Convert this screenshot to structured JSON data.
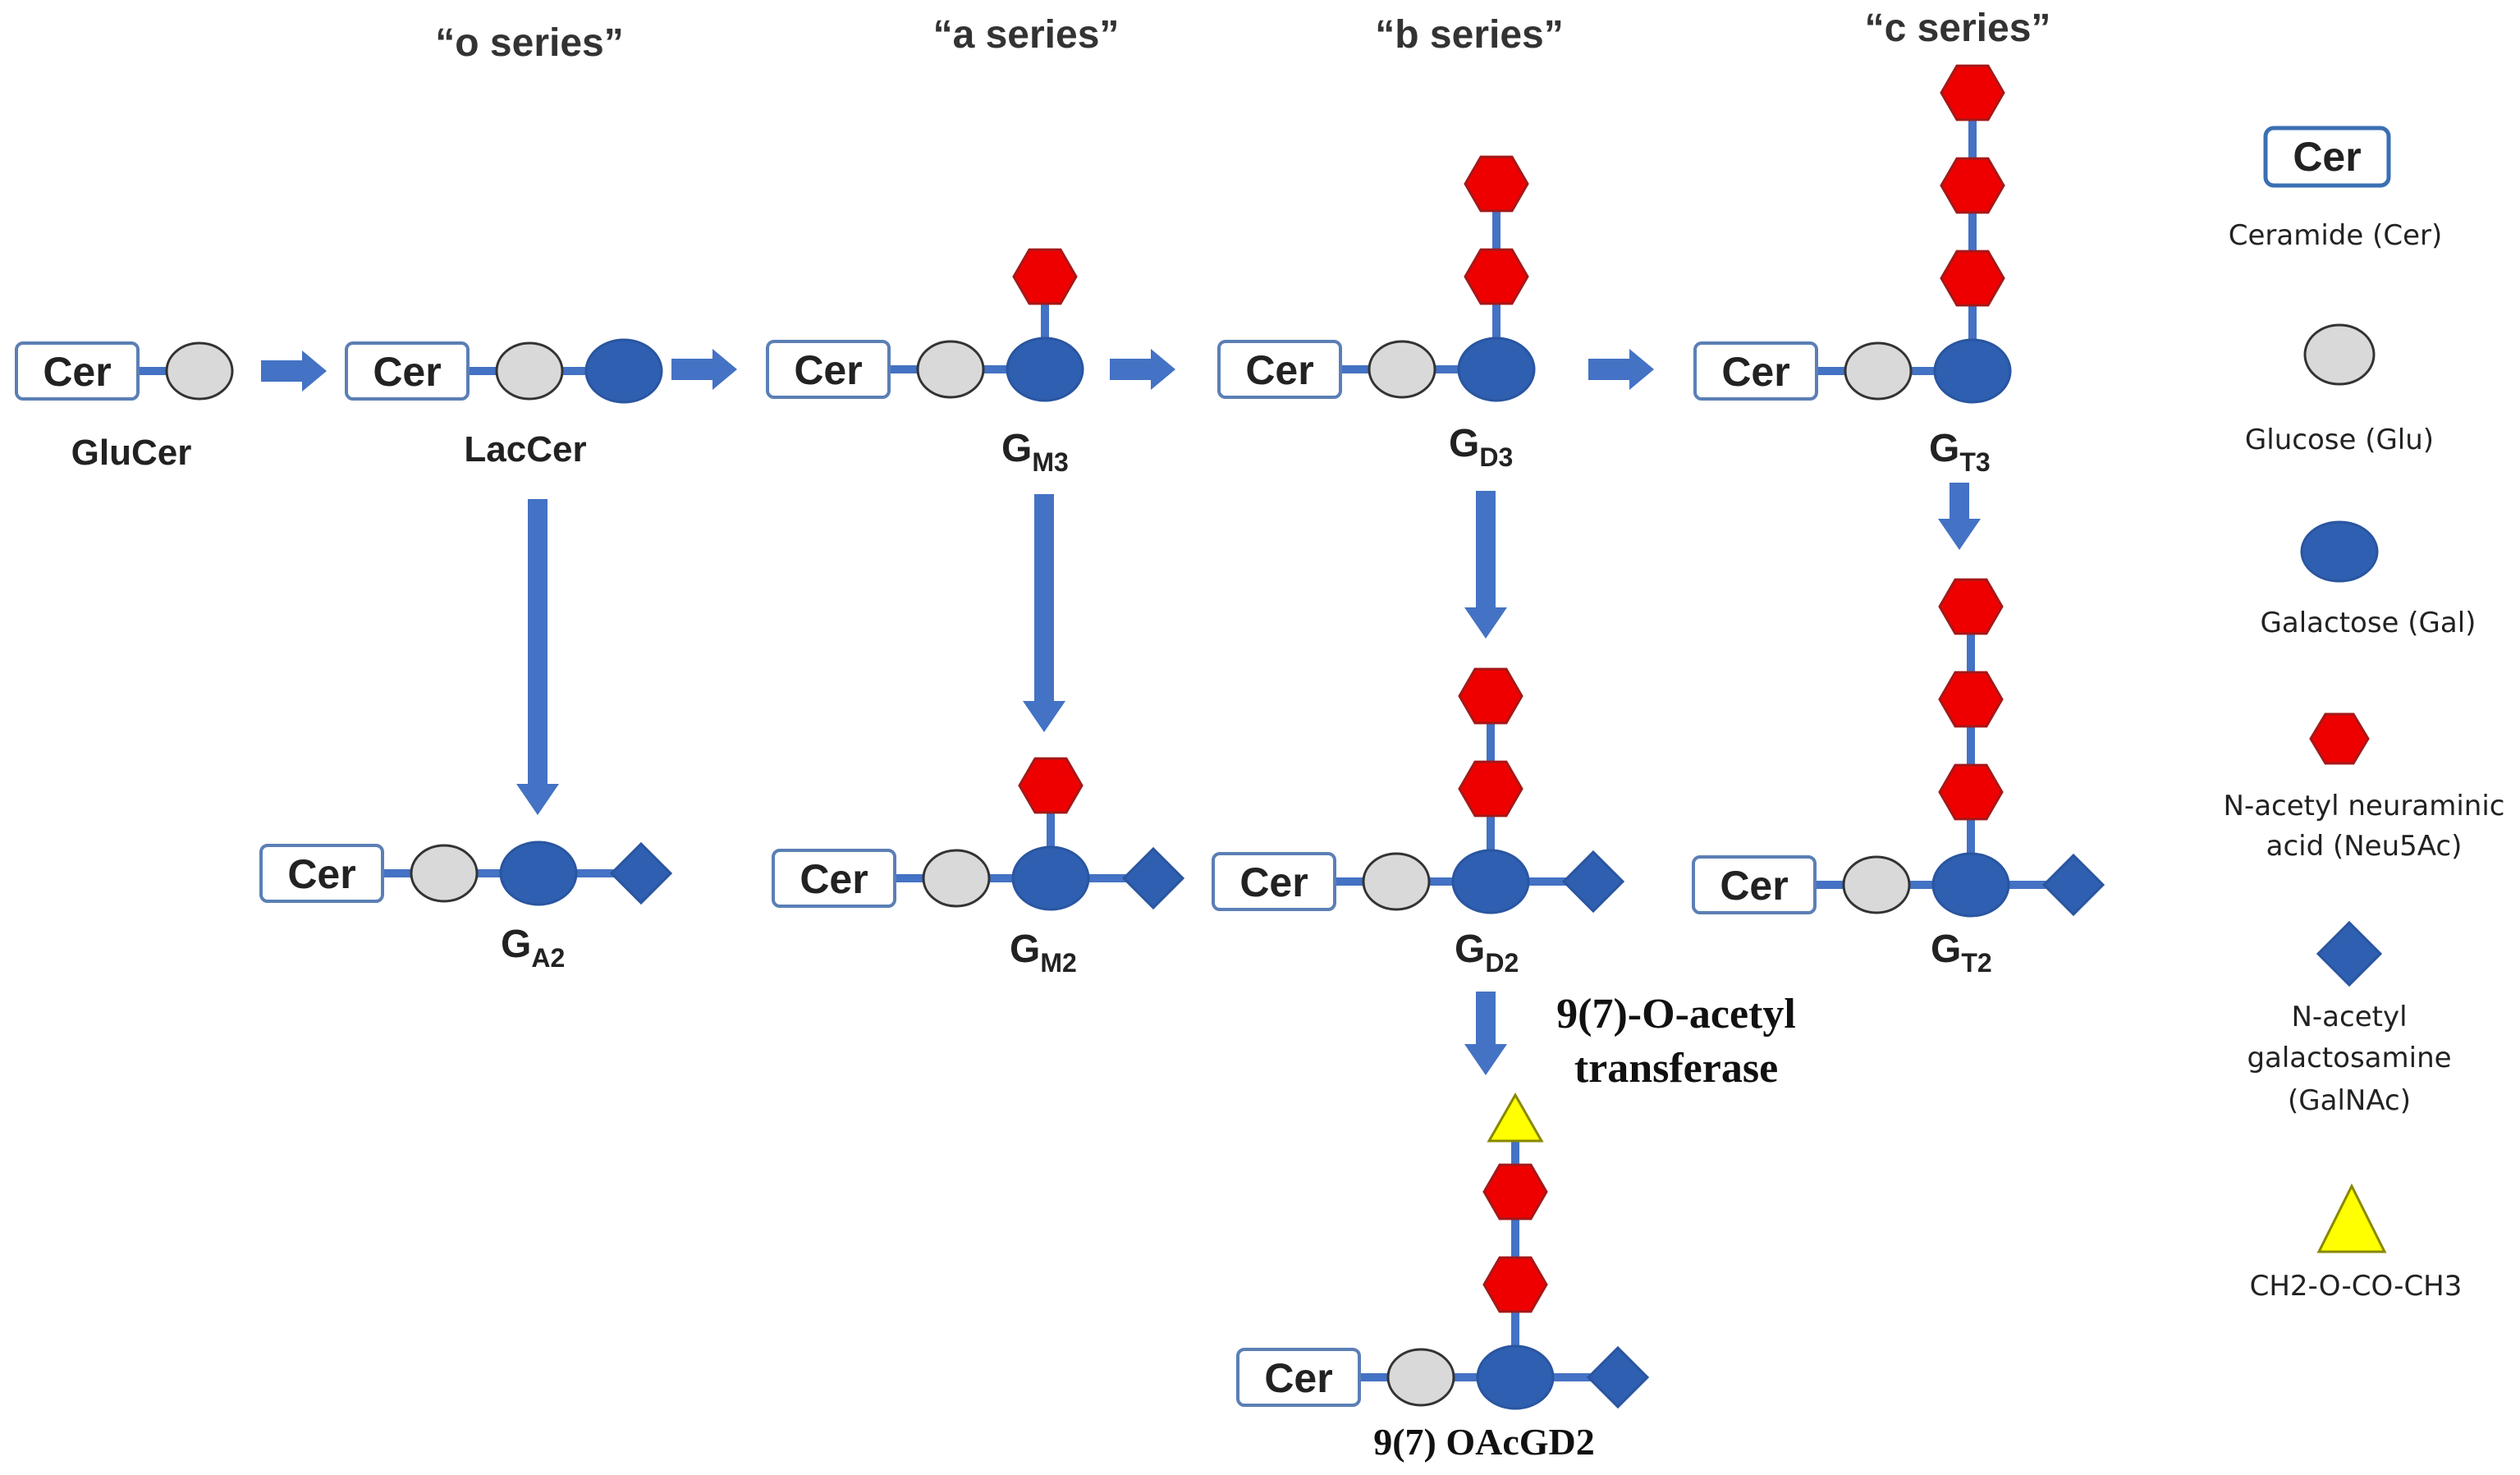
{
  "series_labels": {
    "o": "“o series”",
    "a": "“a series”",
    "b": "“b series”",
    "c": "“c series”"
  },
  "cer_label": "Cer",
  "compounds": {
    "glucer": "GluCer",
    "laccer": "LacCer",
    "gm3": {
      "base": "G",
      "sub": "M3"
    },
    "gd3": {
      "base": "G",
      "sub": "D3"
    },
    "gt3": {
      "base": "G",
      "sub": "T3"
    },
    "ga2": {
      "base": "G",
      "sub": "A2"
    },
    "gm2": {
      "base": "G",
      "sub": "M2"
    },
    "gd2": {
      "base": "G",
      "sub": "D2"
    },
    "gt2": {
      "base": "G",
      "sub": "T2"
    },
    "oacgd2": "9(7) OAcGD2"
  },
  "enzyme": {
    "line1": "9(7)-O-acetyl",
    "line2": "transferase"
  },
  "legend": {
    "cer_symbol": "Cer",
    "ceramide": "Ceramide (Cer)",
    "glucose": "Glucose (Glu)",
    "galactose": "Galactose (Gal)",
    "neu5ac_line1": "N-acetyl neuraminic",
    "neu5ac_line2": "acid (Neu5Ac)",
    "galnac_line1": "N-acetyl",
    "galnac_line2": "galactosamine",
    "galnac_line3": "(GalNAc)",
    "ch2_group": "CH2-O-CO-CH3"
  },
  "colors": {
    "glucose": "#d9d9d9",
    "galactose": "#2e5fb0",
    "neu5ac": "#ee0000",
    "galnac": "#2e5fb0",
    "acetyl": "#ffff00",
    "arrow": "#4472c4",
    "cer_border": "#5b7fb5"
  }
}
